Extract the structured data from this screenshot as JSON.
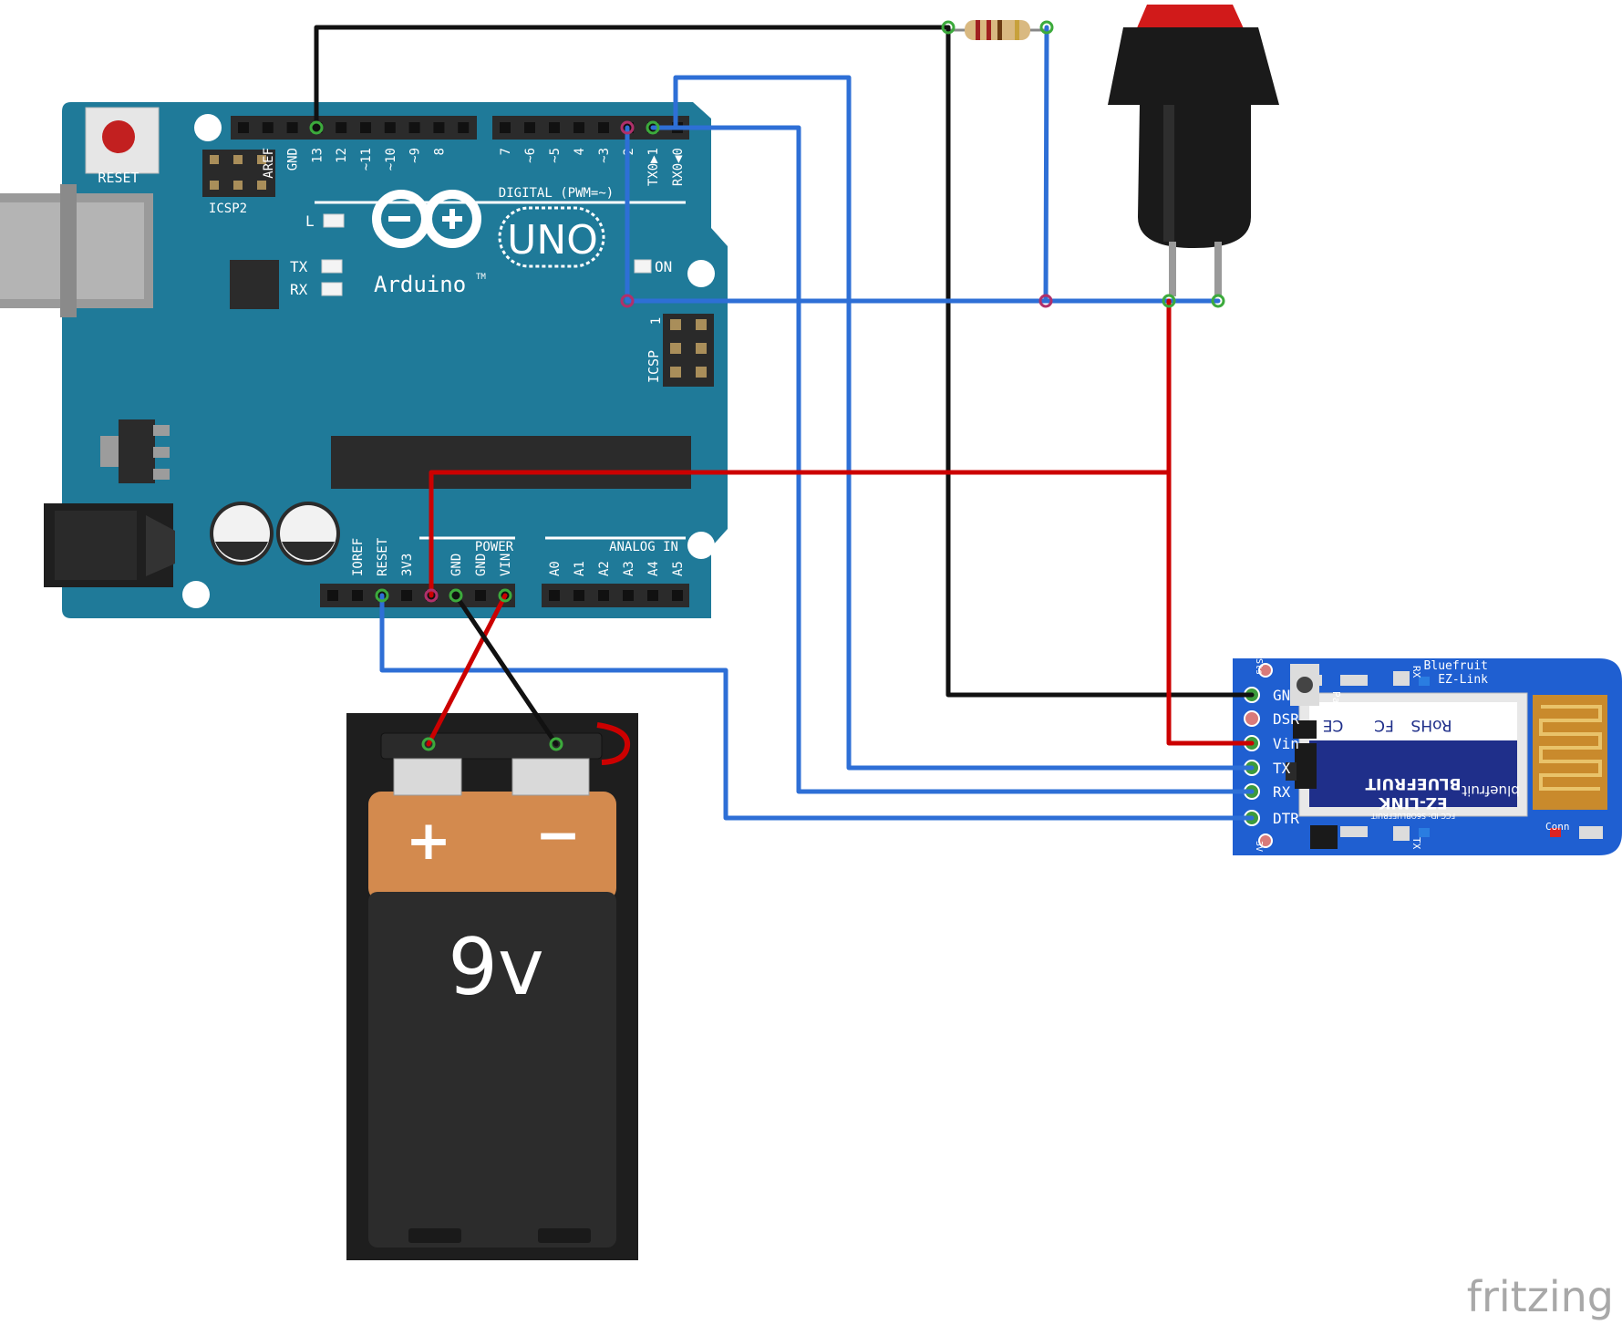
{
  "arduino": {
    "reset_label": "RESET",
    "icsp2_label": "ICSP2",
    "icsp_label": "ICSP",
    "icsp_pin1": "1",
    "digital_label": "DIGITAL (PWM=~)",
    "top_pins_left": [
      "AREF",
      "GND",
      "13",
      "12",
      "~11",
      "~10",
      "~9",
      "8"
    ],
    "top_pins_right": [
      "7",
      "~6",
      "~5",
      "4",
      "~3",
      "2",
      "TX0▶1",
      "RX0◀0"
    ],
    "led_l": "L",
    "led_tx": "TX",
    "led_rx": "RX",
    "led_on": "ON",
    "logo_uno": "UNO",
    "logo_arduino": "Arduino",
    "logo_tm": "TM",
    "power_label": "POWER",
    "analog_label": "ANALOG IN",
    "power_pins": [
      "IOREF",
      "RESET",
      "3V3",
      "",
      "GND",
      "GND",
      "VIN"
    ],
    "analog_pins": [
      "A0",
      "A1",
      "A2",
      "A3",
      "A4",
      "A5"
    ]
  },
  "battery": {
    "plus": "+",
    "minus": "−",
    "voltage": "9v"
  },
  "bluefruit": {
    "title_line1": "Bluefruit",
    "title_line2": "EZ-Link",
    "pins": [
      "GND",
      "DSR",
      "Vin",
      "TX",
      "RX",
      "DTR"
    ],
    "pair_label": "Pair",
    "rx_label": "RX",
    "tx_label": "TX",
    "conn_label": "Conn",
    "sts_label": "Sts",
    "three_v_label": "3V",
    "module_brand": "bluefruit",
    "module_name1": "BLUEFRUIT",
    "module_name2": "EZ-LINK",
    "module_fcc": "FCC ID: S6OBLUEFRUIT",
    "module_rohs": "RoHS",
    "module_ce": "CE",
    "module_fc": "FC"
  },
  "watermark": "fritzing",
  "colors": {
    "board": "#1f7a99",
    "board_dark": "#176a85",
    "wire_blue": "#2e6fd6",
    "wire_red": "#cc0000",
    "wire_black": "#111111",
    "battery_orange": "#d38a4e",
    "battery_body": "#2c2c2c",
    "bt_board": "#1f5fd1",
    "button_red": "#d11a1a"
  }
}
